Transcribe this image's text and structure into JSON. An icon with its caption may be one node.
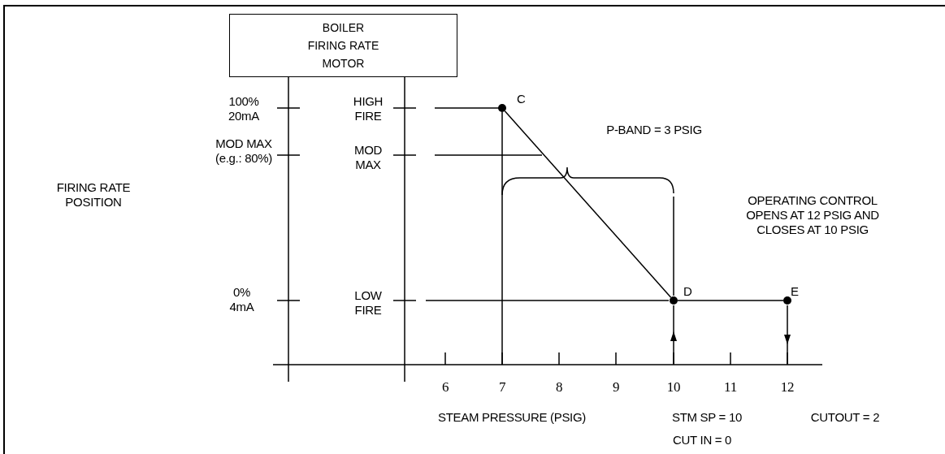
{
  "diagram": {
    "nodes": [
      {
        "text": [
          "BOILER FIRING RATE MOTOR"
        ]
      },
      {
        "text": [
          "C"
        ]
      },
      {
        "text": [
          "D"
        ]
      },
      {
        "text": [
          "E"
        ]
      }
    ],
    "edges": [
      {
        "from": 1,
        "to": 2,
        "arrow": "none"
      },
      {
        "from": 2,
        "to": 3,
        "arrow": "none"
      }
    ],
    "labels": [
      "100% 20mA",
      "HIGH FIRE",
      "P-BAND = 3 PSIG",
      "MOD MAX (e.g.: 80%)",
      "MOD MAX",
      "FIRING RATE POSITION",
      "OPERATING CONTROL OPENS AT 12 PSIG AND CLOSES AT 10 PSIG",
      "0% 4mA",
      "LOW FIRE",
      "6",
      "7",
      "8",
      "9",
      "10",
      "11",
      "12",
      "STEAM PRESSURE (PSIG)",
      "STM SP = 10",
      "CUTOUT = 2",
      "CUT IN = 0"
    ]
  }
}
